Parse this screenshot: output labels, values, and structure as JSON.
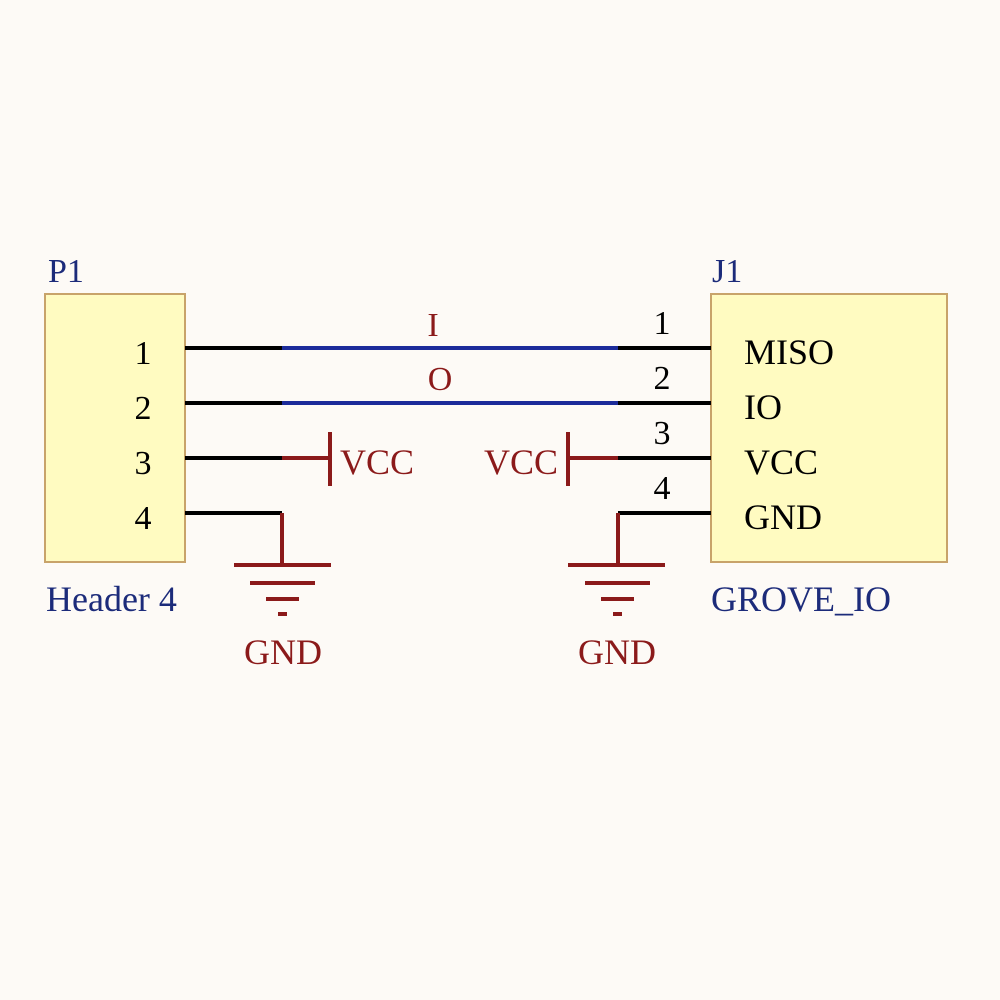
{
  "colors": {
    "background": "#fdfaf6",
    "component_fill": "#fffbc1",
    "component_border": "#c8a36a",
    "wire": "#000000",
    "net_wire": "#1c2b9a",
    "net_label": "#8b1a1a",
    "power": "#8b1a1a",
    "designator": "#1c2b7a",
    "pin_number": "#000000"
  },
  "p1": {
    "designator": "P1",
    "comment": "Header 4",
    "pins": [
      "1",
      "2",
      "3",
      "4"
    ]
  },
  "j1": {
    "designator": "J1",
    "comment": "GROVE_IO",
    "pins": [
      "1",
      "2",
      "3",
      "4"
    ],
    "pin_names": [
      "MISO",
      "IO",
      "VCC",
      "GND"
    ]
  },
  "nets": {
    "i_label": "I",
    "o_label": "O"
  },
  "power": {
    "vcc_left": "VCC",
    "vcc_right": "VCC",
    "gnd_left": "GND",
    "gnd_right": "GND"
  }
}
